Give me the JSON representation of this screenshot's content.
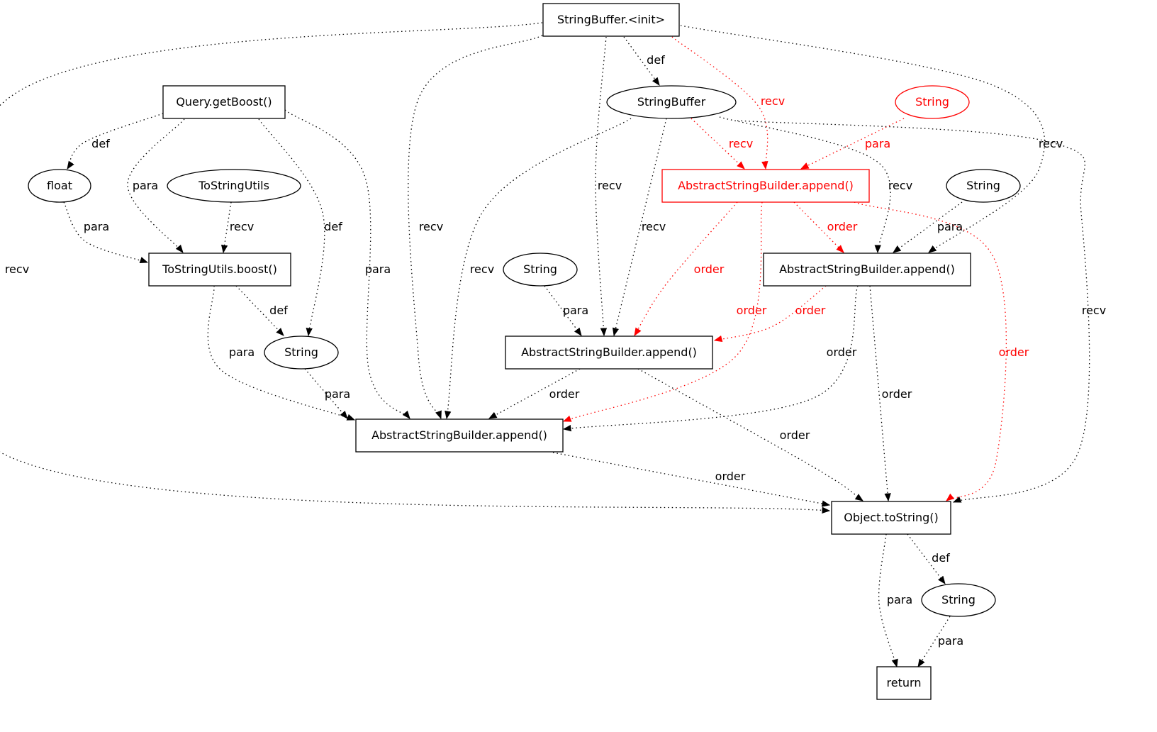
{
  "graph": {
    "colors": {
      "default": "#000000",
      "highlight": "#ff0000"
    },
    "nodes": [
      {
        "id": "n0",
        "label": "StringBuffer.<init>",
        "shape": "box",
        "color": "#000000"
      },
      {
        "id": "n1",
        "label": "Query.getBoost()",
        "shape": "box",
        "color": "#000000"
      },
      {
        "id": "n2",
        "label": "StringBuffer",
        "shape": "ellipse",
        "color": "#000000"
      },
      {
        "id": "n3",
        "label": "String",
        "shape": "ellipse",
        "color": "#ff0000"
      },
      {
        "id": "n4",
        "label": "float",
        "shape": "ellipse",
        "color": "#000000"
      },
      {
        "id": "n5",
        "label": "ToStringUtils",
        "shape": "ellipse",
        "color": "#000000"
      },
      {
        "id": "n6",
        "label": "AbstractStringBuilder.append()",
        "shape": "box",
        "color": "#ff0000"
      },
      {
        "id": "n7",
        "label": "String",
        "shape": "ellipse",
        "color": "#000000"
      },
      {
        "id": "n8",
        "label": "ToStringUtils.boost()",
        "shape": "box",
        "color": "#000000"
      },
      {
        "id": "n9",
        "label": "String",
        "shape": "ellipse",
        "color": "#000000"
      },
      {
        "id": "n10",
        "label": "AbstractStringBuilder.append()",
        "shape": "box",
        "color": "#000000"
      },
      {
        "id": "n11",
        "label": "String",
        "shape": "ellipse",
        "color": "#000000"
      },
      {
        "id": "n12",
        "label": "AbstractStringBuilder.append()",
        "shape": "box",
        "color": "#000000"
      },
      {
        "id": "n13",
        "label": "AbstractStringBuilder.append()",
        "shape": "box",
        "color": "#000000"
      },
      {
        "id": "n14",
        "label": "Object.toString()",
        "shape": "box",
        "color": "#000000"
      },
      {
        "id": "n15",
        "label": "String",
        "shape": "ellipse",
        "color": "#000000"
      },
      {
        "id": "n16",
        "label": "return",
        "shape": "box",
        "color": "#000000"
      }
    ],
    "edges": [
      {
        "from": "n0",
        "to": "n14",
        "label": "recv",
        "color": "#000000"
      },
      {
        "from": "n0",
        "to": "n13",
        "label": "recv",
        "color": "#000000"
      },
      {
        "from": "n0",
        "to": "n12",
        "label": "recv",
        "color": "#000000"
      },
      {
        "from": "n0",
        "to": "n2",
        "label": "def",
        "color": "#000000"
      },
      {
        "from": "n0",
        "to": "n6",
        "label": "recv",
        "color": "#ff0000"
      },
      {
        "from": "n0",
        "to": "n10",
        "label": "recv",
        "color": "#000000"
      },
      {
        "from": "n1",
        "to": "n4",
        "label": "def",
        "color": "#000000"
      },
      {
        "from": "n1",
        "to": "n8",
        "label": "para",
        "color": "#000000"
      },
      {
        "from": "n1",
        "to": "n11",
        "label": "def",
        "color": "#000000"
      },
      {
        "from": "n1",
        "to": "n13",
        "label": "para",
        "color": "#000000"
      },
      {
        "from": "n5",
        "to": "n8",
        "label": "recv",
        "color": "#000000"
      },
      {
        "from": "n4",
        "to": "n8",
        "label": "para",
        "color": "#000000"
      },
      {
        "from": "n2",
        "to": "n6",
        "label": "recv",
        "color": "#ff0000"
      },
      {
        "from": "n2",
        "to": "n13",
        "label": "recv",
        "color": "#000000"
      },
      {
        "from": "n2",
        "to": "n12",
        "label": "recv",
        "color": "#000000"
      },
      {
        "from": "n2",
        "to": "n10",
        "label": "recv",
        "color": "#000000"
      },
      {
        "from": "n2",
        "to": "n14",
        "label": "recv",
        "color": "#000000"
      },
      {
        "from": "n3",
        "to": "n6",
        "label": "para",
        "color": "#ff0000"
      },
      {
        "from": "n7",
        "to": "n10",
        "label": "para",
        "color": "#000000"
      },
      {
        "from": "n6",
        "to": "n10",
        "label": "order",
        "color": "#ff0000"
      },
      {
        "from": "n6",
        "to": "n12",
        "label": "order",
        "color": "#ff0000"
      },
      {
        "from": "n6",
        "to": "n13",
        "label": "order",
        "color": "#ff0000"
      },
      {
        "from": "n6",
        "to": "n14",
        "label": "order",
        "color": "#ff0000"
      },
      {
        "from": "n10",
        "to": "n12",
        "label": "order",
        "color": "#ff0000"
      },
      {
        "from": "n10",
        "to": "n13",
        "label": "order",
        "color": "#000000"
      },
      {
        "from": "n10",
        "to": "n14",
        "label": "order",
        "color": "#000000"
      },
      {
        "from": "n9",
        "to": "n12",
        "label": "para",
        "color": "#000000"
      },
      {
        "from": "n8",
        "to": "n11",
        "label": "def",
        "color": "#000000"
      },
      {
        "from": "n8",
        "to": "n13",
        "label": "para",
        "color": "#000000"
      },
      {
        "from": "n11",
        "to": "n13",
        "label": "para",
        "color": "#000000"
      },
      {
        "from": "n12",
        "to": "n13",
        "label": "order",
        "color": "#000000"
      },
      {
        "from": "n12",
        "to": "n14",
        "label": "order",
        "color": "#000000"
      },
      {
        "from": "n13",
        "to": "n14",
        "label": "order",
        "color": "#000000"
      },
      {
        "from": "n14",
        "to": "n16",
        "label": "para",
        "color": "#000000"
      },
      {
        "from": "n14",
        "to": "n15",
        "label": "def",
        "color": "#000000"
      },
      {
        "from": "n15",
        "to": "n16",
        "label": "para",
        "color": "#000000"
      }
    ]
  }
}
